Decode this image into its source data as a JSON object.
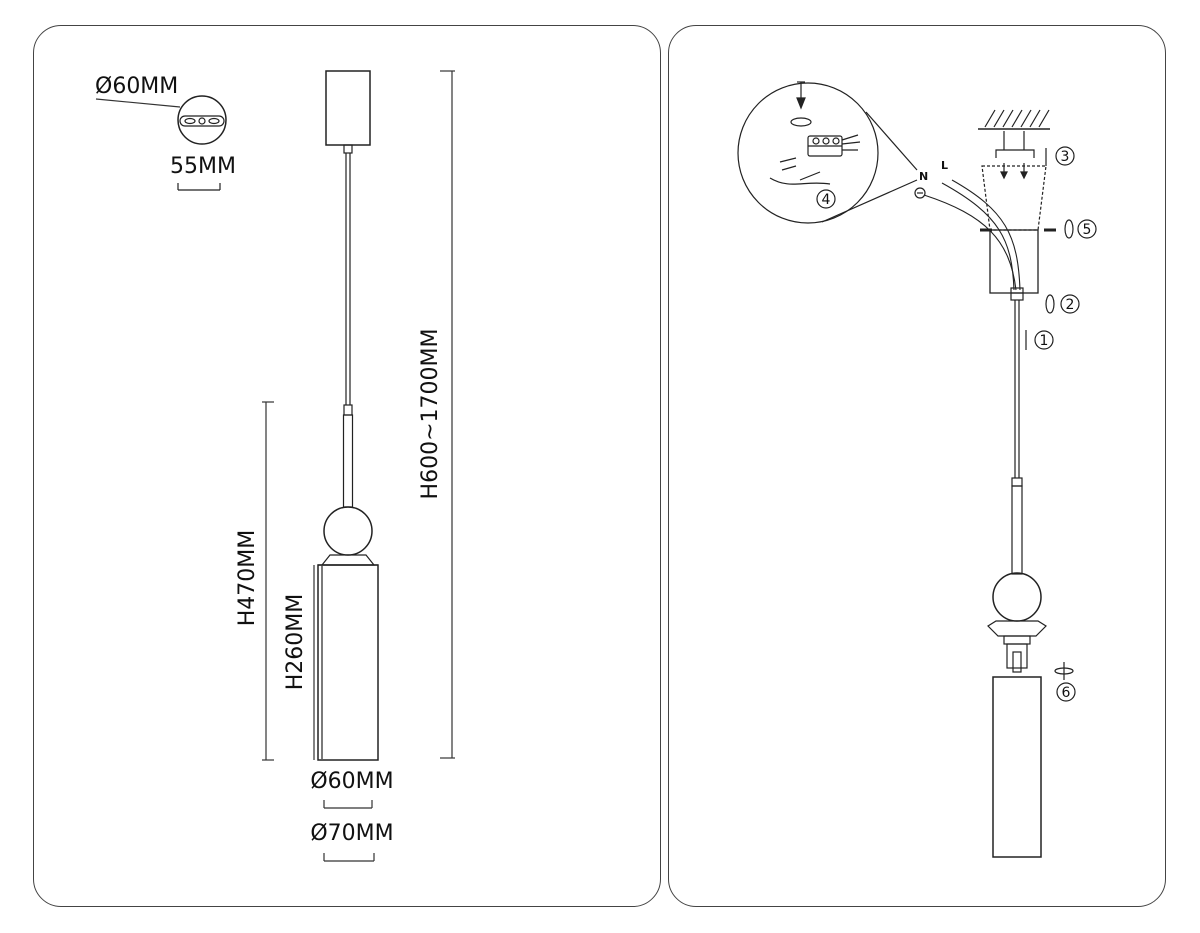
{
  "dimensions": {
    "canopy_diameter": "Ø60MM",
    "canopy_mount_spacing": "55MM",
    "total_height": "H600~1700MM",
    "body_height": "H470MM",
    "shade_height": "H260MM",
    "shade_diameter": "Ø60MM",
    "base_diameter": "Ø70MM"
  },
  "wiring": {
    "neutral": "N",
    "live": "L"
  },
  "steps": [
    "1",
    "2",
    "3",
    "4",
    "5",
    "6"
  ]
}
